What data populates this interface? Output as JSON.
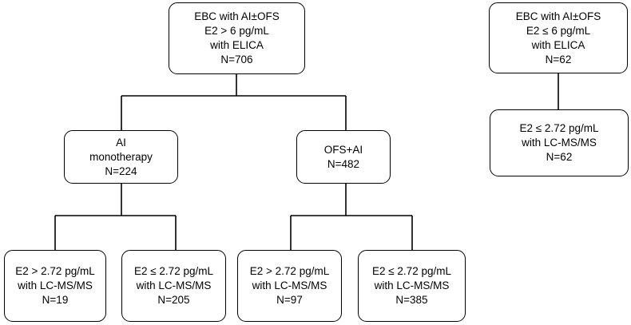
{
  "root": {
    "lines": [
      "EBC with AI±OFS",
      "E2 > 6 pg/mL",
      "with ELICA",
      "N=706"
    ]
  },
  "ai_mono": {
    "lines": [
      "AI",
      "monotherapy",
      "N=224"
    ]
  },
  "ofs_ai": {
    "lines": [
      "OFS+AI",
      "N=482"
    ]
  },
  "ai_high": {
    "lines": [
      "E2 > 2.72 pg/mL",
      "with LC-MS/MS",
      "N=19"
    ]
  },
  "ai_low": {
    "lines": [
      "E2 ≤ 2.72 pg/mL",
      "with LC-MS/MS",
      "N=205"
    ]
  },
  "ofs_high": {
    "lines": [
      "E2 > 2.72 pg/mL",
      "with LC-MS/MS",
      "N=97"
    ]
  },
  "ofs_low": {
    "lines": [
      "E2 ≤ 2.72 pg/mL",
      "with LC-MS/MS",
      "N=385"
    ]
  },
  "low_root": {
    "lines": [
      "EBC with AI±OFS",
      "E2 ≤ 6 pg/mL",
      "with ELICA",
      "N=62"
    ]
  },
  "low_lcms": {
    "lines": [
      "E2 ≤ 2.72 pg/mL",
      "with LC-MS/MS",
      "N=62"
    ]
  }
}
